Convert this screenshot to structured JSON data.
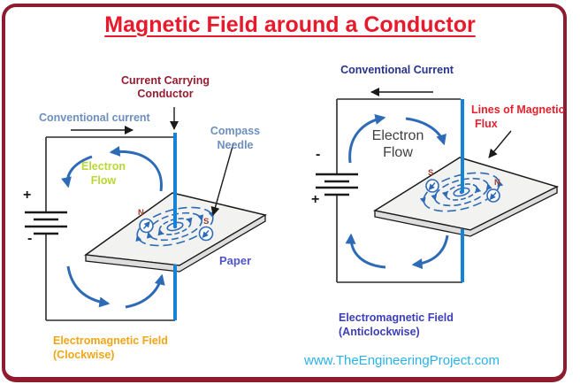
{
  "title": {
    "text": "Magnetic Field around a Conductor"
  },
  "left": {
    "current_carrying_line1": "Current Carrying",
    "current_carrying_line2": "Conductor",
    "conventional_current": "Conventional current",
    "electron_flow_line1": "Electron",
    "electron_flow_line2": "Flow",
    "compass_line1": "Compass",
    "compass_line2": "Needle",
    "paper": "Paper",
    "emf_line1": "Electromagnetic Field",
    "emf_line2": "(Clockwise)",
    "battery_plus": "+",
    "battery_minus": "-",
    "compass_n": "N",
    "compass_s": "S"
  },
  "right": {
    "conventional_current": "Conventional Current",
    "electron_flow_line1": "Electron",
    "electron_flow_line2": "Flow",
    "flux_line1": "Lines of Magnetic",
    "flux_line2": "Flux",
    "emf_line1": "Electromagnetic Field",
    "emf_line2": "(Anticlockwise)",
    "battery_plus": "+",
    "battery_minus": "-",
    "compass_n": "N",
    "compass_s": "S"
  },
  "footer": {
    "website": "www.TheEngineeringProject.com"
  },
  "colors": {
    "border": "#8e1b2e",
    "title": "#e8192b",
    "maroon_label": "#971b31",
    "steel_blue": "#6d8fbf",
    "navy": "#27348b",
    "green": "#b8d832",
    "gray_text": "#404040",
    "red_label": "#e8212e",
    "violet": "#3b3eb8",
    "paper_label": "#4f55cc",
    "orange": "#f2a516",
    "cyan": "#2ab2e8",
    "conductor_blue": "#1583d6",
    "arc_blue": "#2e6bb7",
    "wire": "#2b2b2b",
    "ns_red": "#a33b2e"
  }
}
